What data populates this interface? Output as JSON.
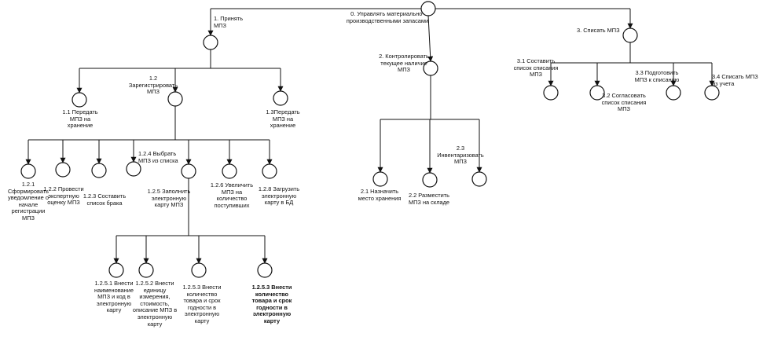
{
  "nodes": [
    {
      "id": "n0",
      "label": "0. Управлять материально-\nпроизводственными запасами",
      "parent": null
    },
    {
      "id": "n1",
      "label": "1. Принять\nМПЗ",
      "parent": "n0"
    },
    {
      "id": "n2",
      "label": "2. Контролировать\nтекущее наличие\nМПЗ",
      "parent": "n0"
    },
    {
      "id": "n3",
      "label": "3. Списать МПЗ",
      "parent": "n0"
    },
    {
      "id": "n1_1",
      "label": "1.1 Передать\nМПЗ на\nхранение",
      "parent": "n1"
    },
    {
      "id": "n1_2",
      "label": "1.2\nЗарегистрировать\nМПЗ",
      "parent": "n1"
    },
    {
      "id": "n1_3",
      "label": "1.3Передать\nМПЗ на\nхранение",
      "parent": "n1"
    },
    {
      "id": "n1_2_1",
      "label": "1.2.1\nСформировать\nуведомление о\nначале\nрегистрации\nМПЗ",
      "parent": "n1_2"
    },
    {
      "id": "n1_2_2",
      "label": "1.2.2 Провести\nэкспертную\nоценку МПЗ",
      "parent": "n1_2"
    },
    {
      "id": "n1_2_3",
      "label": "1.2.3 Составить\nсписок брака",
      "parent": "n1_2"
    },
    {
      "id": "n1_2_4",
      "label": "1.2.4 Выбрать\nМПЗ из списка",
      "parent": "n1_2"
    },
    {
      "id": "n1_2_5",
      "label": "1.2.5 Заполнить\nэлектронную\nкарту МПЗ",
      "parent": "n1_2"
    },
    {
      "id": "n1_2_6",
      "label": "1.2.6 Увеличить\nМПЗ на\nколичество\nпоступивших",
      "parent": "n1_2"
    },
    {
      "id": "n1_2_8",
      "label": "1.2.8 Загрузить\nэлектронную\nкарту в БД",
      "parent": "n1_2"
    },
    {
      "id": "n1_2_5_1",
      "label": "1.2.5.1 Внести\nнаименование\nМПЗ и код в\nэлектронную\nкарту",
      "parent": "n1_2_5"
    },
    {
      "id": "n1_2_5_2",
      "label": "1.2.5.2 Внести\nединицу\nизмерения,\nстоимость,\nописание МПЗ в\nэлектронную\nкарту",
      "parent": "n1_2_5"
    },
    {
      "id": "n1_2_5_3a",
      "label": "1.2.5.3 Внести\nколичество\nтовара и срок\nгодности в\nэлектронную\nкарту",
      "parent": "n1_2_5"
    },
    {
      "id": "n1_2_5_3b",
      "label": "1.2.5.3 Внести\nколичество\nтовара и срок\nгодности в\nэлектронную\nкарту",
      "parent": "n1_2_5"
    },
    {
      "id": "n2_1",
      "label": "2.1 Назначить\nместо хранения",
      "parent": "n2"
    },
    {
      "id": "n2_2",
      "label": "2.2 Разместить\nМПЗ на складе",
      "parent": "n2"
    },
    {
      "id": "n2_3",
      "label": "2.3\nИнвентаризовать\nМПЗ",
      "parent": "n2"
    },
    {
      "id": "n3_1",
      "label": "3.1 Составить\nсписок списания\nМПЗ",
      "parent": "n3"
    },
    {
      "id": "n3_2",
      "label": "3.2 Согласовать\nсписок списания\nМПЗ",
      "parent": "n3"
    },
    {
      "id": "n3_3",
      "label": "3.3 Подготовить\nМПЗ к списанию",
      "parent": "n3"
    },
    {
      "id": "n3_4",
      "label": "3.4 Списать МПЗ\nиз учета",
      "parent": "n3"
    }
  ]
}
